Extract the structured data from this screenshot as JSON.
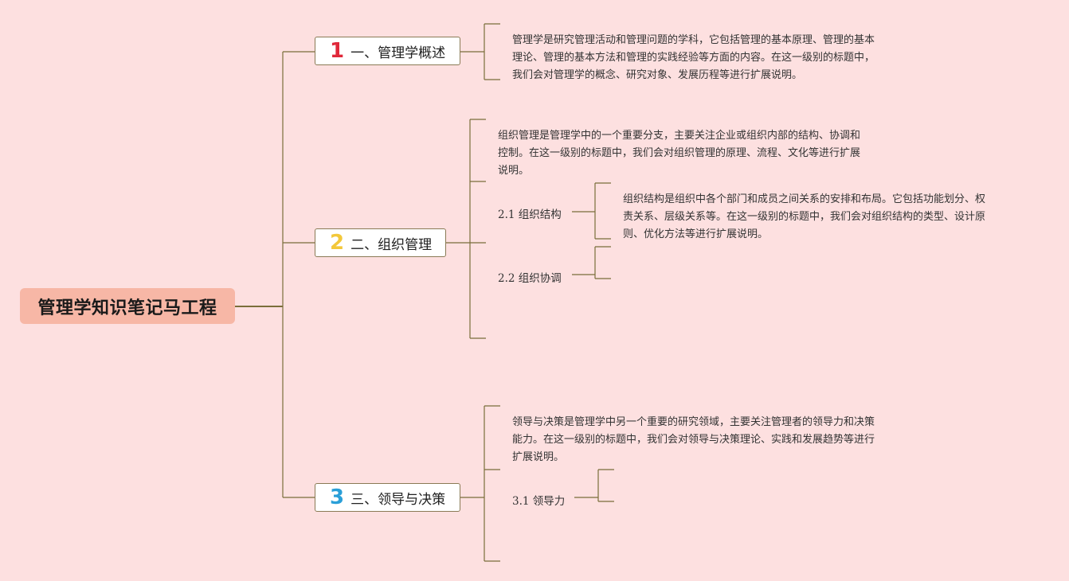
{
  "root": {
    "title": "管理学知识笔记马工程"
  },
  "topics": [
    {
      "number": "1",
      "color": "#e0283a",
      "label": "一、管理学概述",
      "description": "管理学是研究管理活动和管理问题的学科，它包括管理的基本原理、管理的基本\n理论、管理的基本方法和管理的实践经验等方面的内容。在这一级别的标题中，\n我们会对管理学的概念、研究对象、发展历程等进行扩展说明。"
    },
    {
      "number": "2",
      "color": "#f3c83a",
      "label": "二、组织管理",
      "description": "组织管理是管理学中的一个重要分支，主要关注企业或组织内部的结构、协调和\n控制。在这一级别的标题中，我们会对组织管理的原理、流程、文化等进行扩展\n说明。",
      "subtopics": [
        {
          "label": "2.1 组织结构",
          "description": "组织结构是组织中各个部门和成员之间关系的安排和布局。它包括功能划分、权\n责关系、层级关系等。在这一级别的标题中，我们会对组织结构的类型、设计原\n则、优化方法等进行扩展说明。"
        },
        {
          "label": "2.2 组织协调"
        }
      ]
    },
    {
      "number": "3",
      "color": "#2a9fd8",
      "label": "三、领导与决策",
      "description": "领导与决策是管理学中另一个重要的研究领域，主要关注管理者的领导力和决策\n能力。在这一级别的标题中，我们会对领导与决策理论、实践和发展趋势等进行\n扩展说明。",
      "subtopics": [
        {
          "label": "3.1 领导力"
        }
      ]
    }
  ],
  "line_color": "#7a6e3a"
}
